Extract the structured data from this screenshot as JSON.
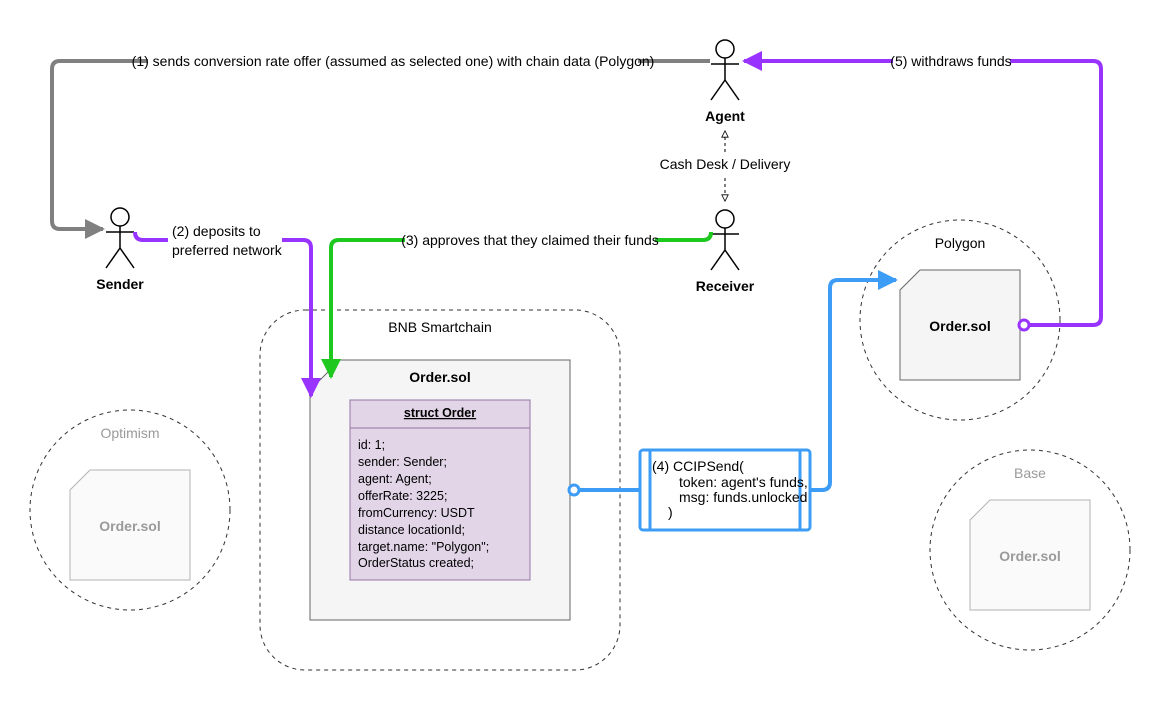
{
  "actors": {
    "agent": "Agent",
    "sender": "Sender",
    "receiver": "Receiver"
  },
  "links": {
    "agent_receiver": "Cash Desk / Delivery"
  },
  "steps": {
    "step1": "(1) sends conversion rate offer (assumed as selected one) with chain data (Polygon)",
    "step2_line1": "(2) deposits to",
    "step2_line2": "preferred network",
    "step3": "(3) approves that they claimed their funds",
    "step4": [
      "(4) CCIPSend(",
      "token: agent's funds,",
      "msg: funds.unlocked",
      ")"
    ],
    "step5": "(5) withdraws funds"
  },
  "networks": {
    "bnb": "BNB Smartchain",
    "polygon": "Polygon",
    "optimism": "Optimism",
    "base": "Base"
  },
  "contracts": {
    "bnb": "Order.sol",
    "polygon": "Order.sol",
    "optimism": "Order.sol",
    "base": "Order.sol"
  },
  "struct": {
    "title": "struct Order",
    "fields": [
      "id: 1;",
      "sender: Sender;",
      "agent: Agent;",
      "offerRate: 3225;",
      "fromCurrency: USDT",
      "distance locationId;",
      "target.name: \"Polygon\";",
      "OrderStatus created;"
    ]
  },
  "colors": {
    "grey_arrow": "#808080",
    "purple_arrow": "#9933ff",
    "green_arrow": "#1ec81e",
    "blue_arrow": "#3d9cf5",
    "struct_fill": "#e1d5e7",
    "struct_stroke": "#9673a6",
    "contract_fill": "#f5f5f5"
  }
}
